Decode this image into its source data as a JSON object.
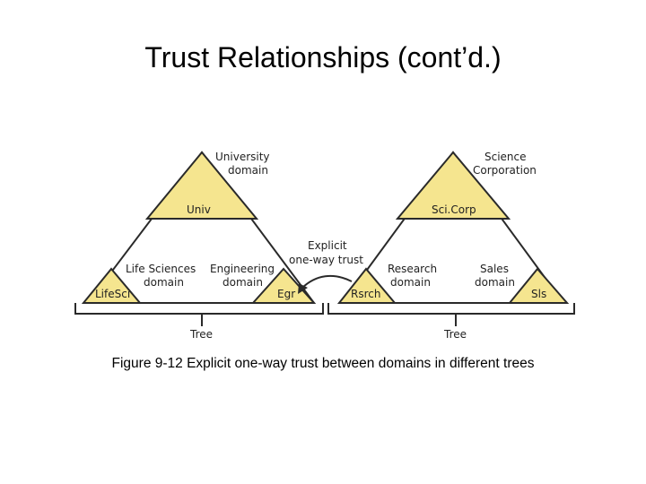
{
  "title": "Trust Relationships (cont’d.)",
  "caption": "Figure 9-12 Explicit one-way trust between domains in different trees",
  "diagram": {
    "left_tree": {
      "domain_label_line1": "University",
      "domain_label_line2": "domain",
      "root": "Univ",
      "child1_label_line1": "Life Sciences",
      "child1_label_line2": "domain",
      "child1": "LifeSci",
      "child2_label_line1": "Engineering",
      "child2_label_line2": "domain",
      "child2": "Egr",
      "tree_label": "Tree"
    },
    "right_tree": {
      "domain_label_line1": "Science",
      "domain_label_line2": "Corporation",
      "root": "Sci.Corp",
      "child1_label_line1": "Research",
      "child1_label_line2": "domain",
      "child1": "Rsrch",
      "child2_label_line1": "Sales",
      "child2_label_line2": "domain",
      "child2": "Sls",
      "tree_label": "Tree"
    },
    "trust_label_line1": "Explicit",
    "trust_label_line2": "one-way trust",
    "colors": {
      "fill": "#f5e58f",
      "stroke": "#2a2a2a"
    }
  }
}
